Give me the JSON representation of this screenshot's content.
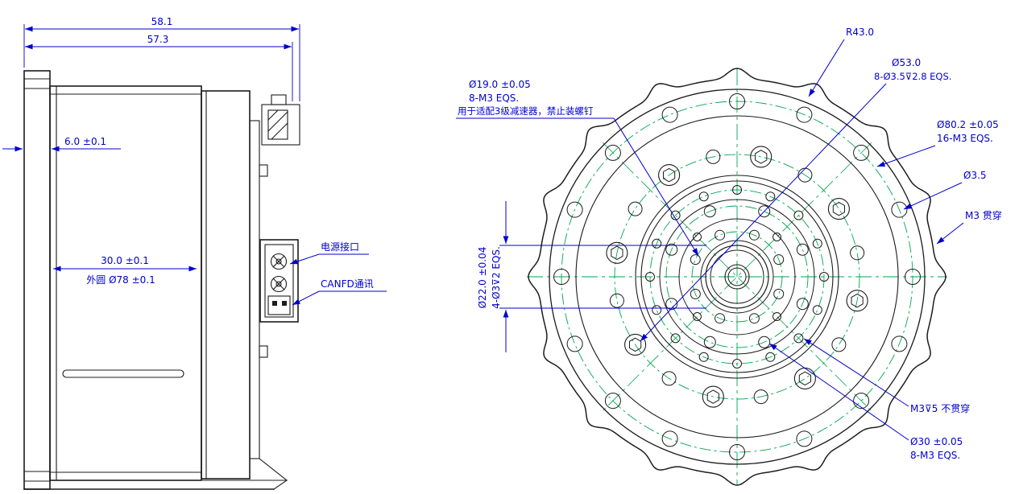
{
  "colors": {
    "outline": "#1c1c1c",
    "dimension": "#0000cd",
    "centerline": "#00a650",
    "background": "#ffffff"
  },
  "side_view": {
    "dim_total_width": "58.1",
    "dim_body_width": "57.3",
    "dim_flange_offset": "6.0 ±0.1",
    "dim_inner_width": "30.0 ±0.1",
    "dim_outer_circle": "外圆 Ø78 ±0.1",
    "label_power_port": "电源接口",
    "label_canfd": "CANFD通讯"
  },
  "front_view": {
    "dim_r43": "R43.0",
    "dim_d53": "Ø53.0",
    "dim_d53_note": "8-Ø3.5⊽2.8 EQS.",
    "dim_d19": "Ø19.0 ±0.05",
    "dim_d19_note": "8-M3 EQS.",
    "dim_d19_usage": "用于适配3级减速器，禁止装螺钉",
    "dim_d80": "Ø80.2 ±0.05",
    "dim_d80_note": "16-M3 EQS.",
    "dim_d35": "Ø3.5",
    "dim_m3_through": "M3 贯穿",
    "dim_d22": "Ø22.0 ±0.04",
    "dim_d22_note": "4-Ø3⊽2 EQS.",
    "dim_m3_blind": "M3⊽5 不贯穿",
    "dim_d30": "Ø30 ±0.05",
    "dim_d30_note": "8-M3 EQS."
  }
}
